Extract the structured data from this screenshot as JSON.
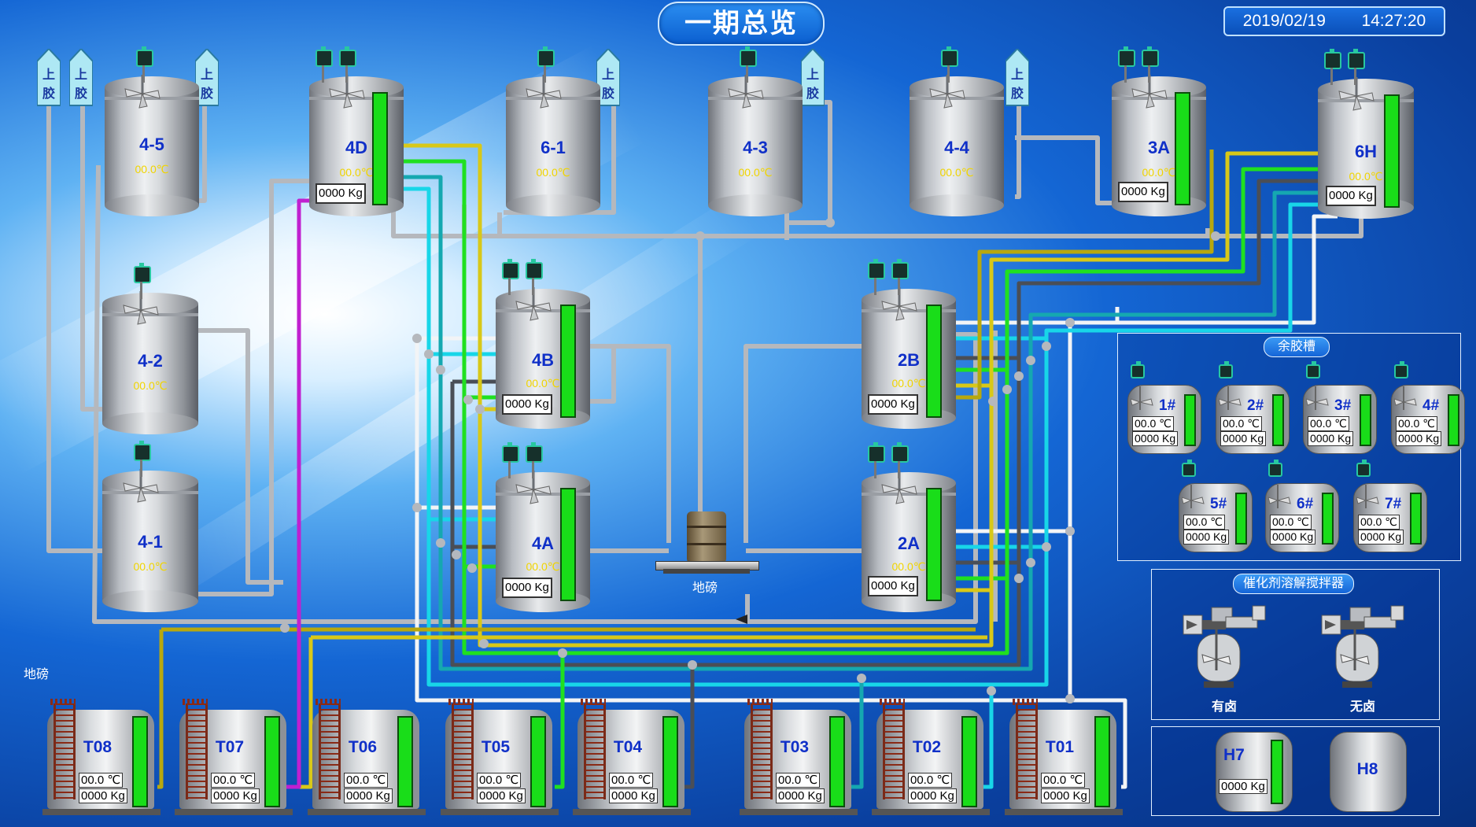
{
  "header": {
    "title": "一期总览",
    "date": "2019/02/19",
    "time": "14:27:20"
  },
  "glue_label": [
    "上",
    "胶"
  ],
  "top_tanks": [
    {
      "name": "4-5",
      "temp": "00.0℃"
    },
    {
      "name": "4D",
      "temp": "00.0℃",
      "weight": "0000 Kg"
    },
    {
      "name": "6-1",
      "temp": "00.0℃"
    },
    {
      "name": "4-3",
      "temp": "00.0℃"
    },
    {
      "name": "4-4",
      "temp": "00.0℃"
    },
    {
      "name": "3A",
      "temp": "00.0℃",
      "weight": "0000 Kg"
    },
    {
      "name": "6H",
      "temp": "00.0℃",
      "weight": "0000 Kg"
    }
  ],
  "left_tanks": [
    {
      "name": "4-2",
      "temp": "00.0℃"
    },
    {
      "name": "4-1",
      "temp": "00.0℃"
    }
  ],
  "mid_tanks": [
    {
      "name": "4B",
      "temp": "00.0℃",
      "weight": "0000 Kg"
    },
    {
      "name": "4A",
      "temp": "00.0℃",
      "weight": "0000 Kg"
    },
    {
      "name": "2B",
      "temp": "00.0℃",
      "weight": "0000 Kg"
    },
    {
      "name": "2A",
      "temp": "00.0℃",
      "weight": "0000 Kg"
    }
  ],
  "scale": {
    "label": "地磅"
  },
  "left_label": "地磅",
  "bottom_tanks": [
    {
      "name": "T08",
      "temp": "00.0 ℃",
      "weight": "0000 Kg"
    },
    {
      "name": "T07",
      "temp": "00.0 ℃",
      "weight": "0000 Kg"
    },
    {
      "name": "T06",
      "temp": "00.0 ℃",
      "weight": "0000 Kg"
    },
    {
      "name": "T05",
      "temp": "00.0 ℃",
      "weight": "0000 Kg"
    },
    {
      "name": "T04",
      "temp": "00.0 ℃",
      "weight": "0000 Kg"
    },
    {
      "name": "T03",
      "temp": "00.0 ℃",
      "weight": "0000 Kg"
    },
    {
      "name": "T02",
      "temp": "00.0 ℃",
      "weight": "0000 Kg"
    },
    {
      "name": "T01",
      "temp": "00.0 ℃",
      "weight": "0000 Kg"
    }
  ],
  "residual_panel": {
    "title": "余胶槽",
    "tanks": [
      {
        "name": "1#",
        "temp": "00.0 ℃",
        "weight": "0000 Kg"
      },
      {
        "name": "2#",
        "temp": "00.0 ℃",
        "weight": "0000 Kg"
      },
      {
        "name": "3#",
        "temp": "00.0 ℃",
        "weight": "0000 Kg"
      },
      {
        "name": "4#",
        "temp": "00.0 ℃",
        "weight": "0000 Kg"
      },
      {
        "name": "5#",
        "temp": "00.0 ℃",
        "weight": "0000 Kg"
      },
      {
        "name": "6#",
        "temp": "00.0 ℃",
        "weight": "0000 Kg"
      },
      {
        "name": "7#",
        "temp": "00.0 ℃",
        "weight": "0000 Kg"
      }
    ]
  },
  "catalyst_panel": {
    "title": "催化剂溶解搅拌器",
    "mixers": [
      {
        "label": "有卤"
      },
      {
        "label": "无卤"
      }
    ]
  },
  "h_panel": {
    "tanks": [
      {
        "name": "H7",
        "weight": "0000 Kg"
      },
      {
        "name": "H8"
      }
    ]
  },
  "colors": {
    "level": "#19dd19",
    "tank_label": "#1030c8",
    "temp": "#f0d400",
    "accent": "#0b5fd0"
  }
}
